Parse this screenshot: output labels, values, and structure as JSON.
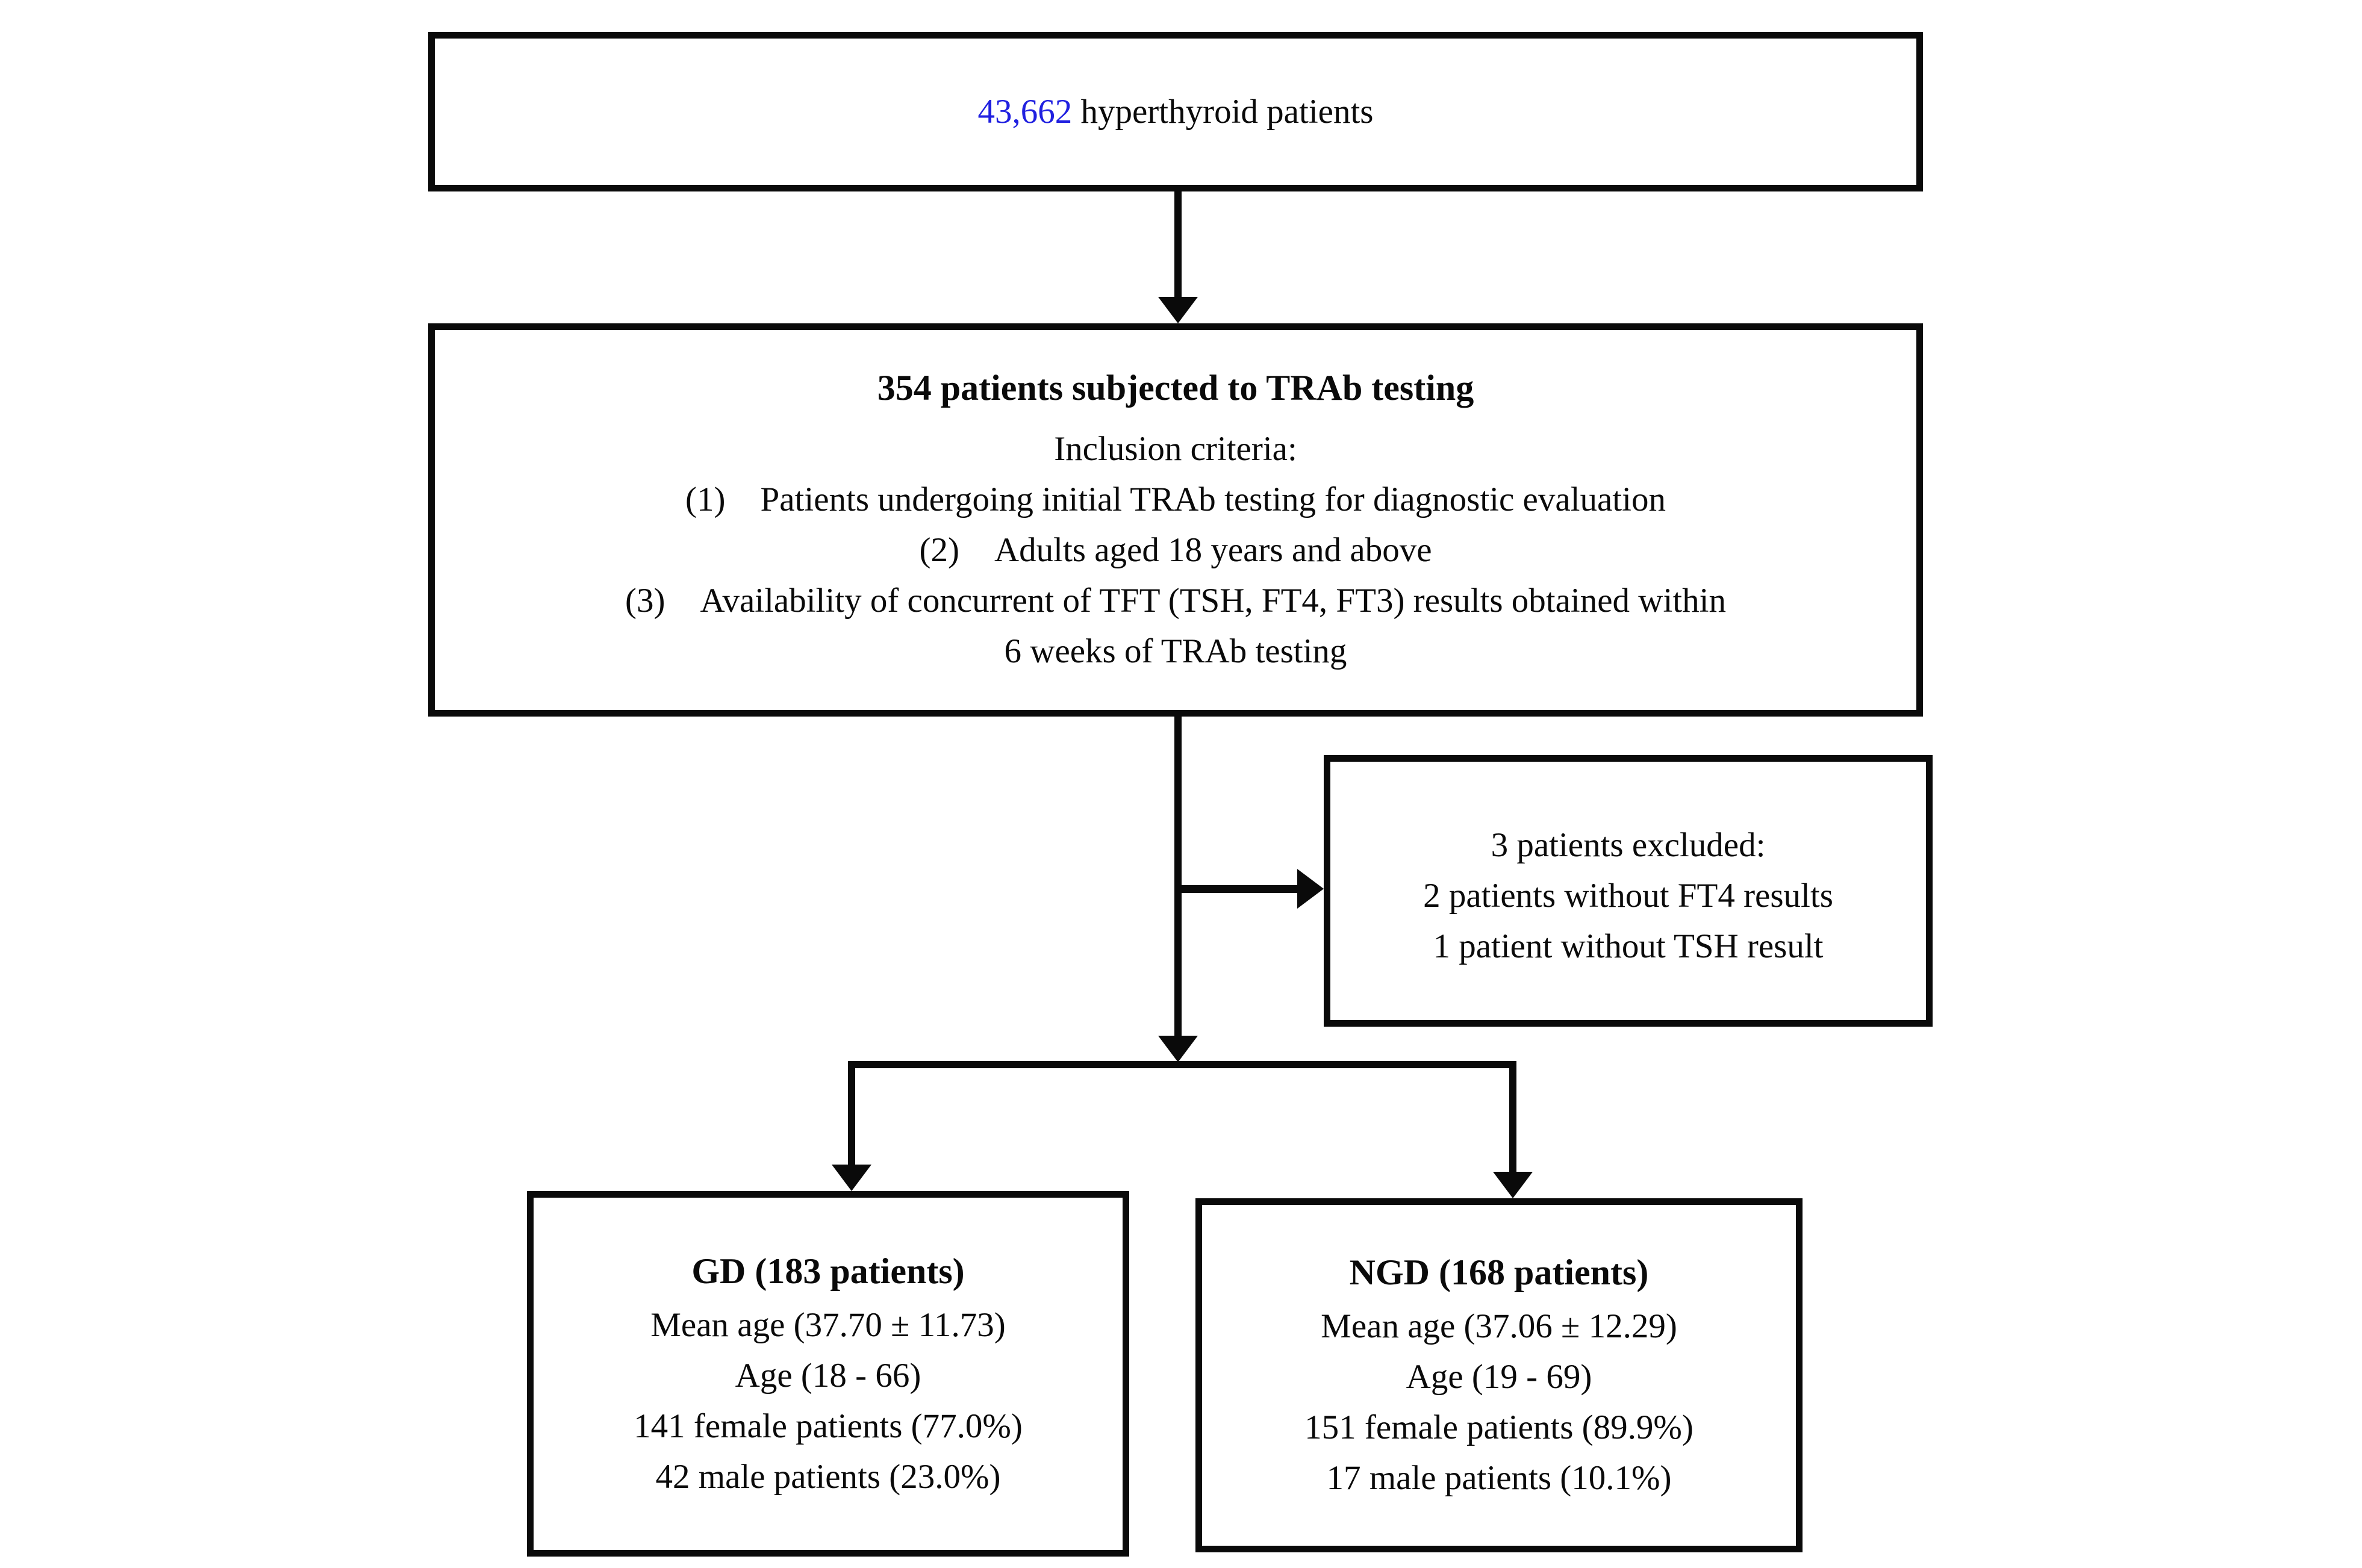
{
  "figure": {
    "background": "#ffffff",
    "ink": "#0a0a0a",
    "highlight_blue": "#2020e0",
    "top_box": {
      "count": "43,662",
      "label": "hyperthyroid patients"
    },
    "criteria_box": {
      "title": "354 patients subjected to TRAb testing",
      "subtitle": "Inclusion criteria:",
      "items": [
        {
          "num": "(1)",
          "text": "Patients undergoing initial TRAb testing for diagnostic evaluation"
        },
        {
          "num": "(2)",
          "text": "Adults aged 18 years and above"
        },
        {
          "num": "(3)",
          "text": "Availability of concurrent of TFT (TSH, FT4, FT3) results obtained within"
        },
        {
          "num": "",
          "text": "6 weeks of TRAb testing"
        }
      ]
    },
    "excluded_box": {
      "lines": [
        "3 patients excluded:",
        "2 patients without FT4 results",
        "1 patient without TSH result"
      ]
    },
    "gd_box": {
      "title": "GD (183 patients)",
      "lines": [
        "Mean age (37.70 ± 11.73)",
        "Age (18 - 66)",
        "141 female patients (77.0%)",
        "42 male patients (23.0%)"
      ]
    },
    "ngd_box": {
      "title": "NGD (168 patients)",
      "lines": [
        "Mean age (37.06 ± 12.29)",
        "Age (19 - 69)",
        "151 female patients (89.9%)",
        "17 male patients (10.1%)"
      ]
    }
  }
}
